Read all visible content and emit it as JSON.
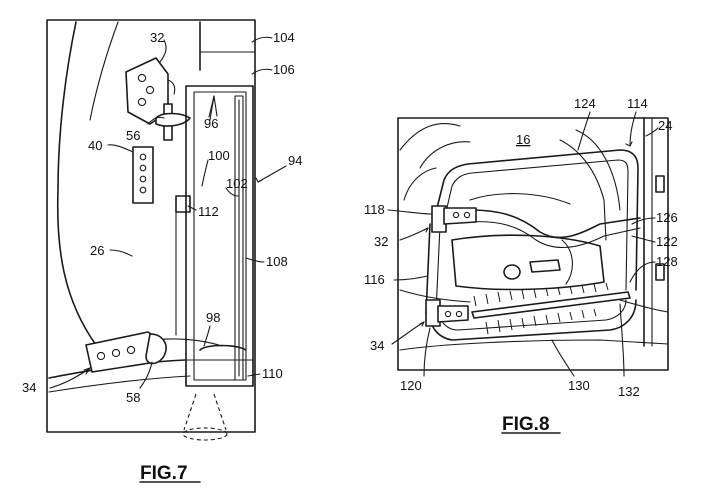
{
  "fig7": {
    "caption": "FIG.7",
    "labels": {
      "l104": "104",
      "l106": "106",
      "l32": "32",
      "l96": "96",
      "l56": "56",
      "l40": "40",
      "l100": "100",
      "l94": "94",
      "l102": "102",
      "l112": "112",
      "l26": "26",
      "l108": "108",
      "l98": "98",
      "l34": "34",
      "l110": "110",
      "l58": "58"
    }
  },
  "fig8": {
    "caption": "FIG.8",
    "labels": {
      "l124": "124",
      "l114": "114",
      "l16": "16",
      "l24": "24",
      "l118": "118",
      "l126": "126",
      "l32": "32",
      "l122": "122",
      "l116": "116",
      "l128": "128",
      "l34": "34",
      "l120": "120",
      "l130": "130",
      "l132": "132"
    }
  }
}
